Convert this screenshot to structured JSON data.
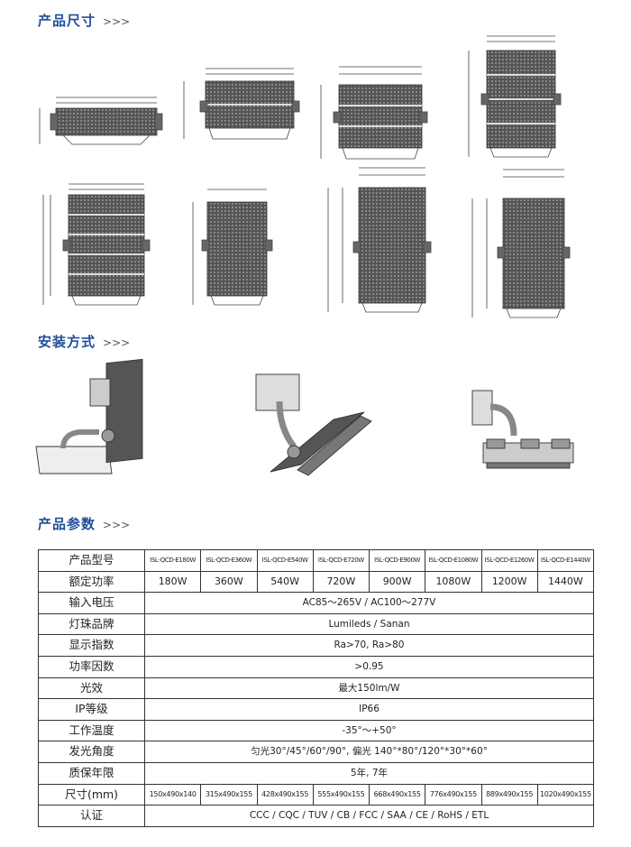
{
  "sections": {
    "size_title": "产品尺寸",
    "install_title": "安装方式",
    "params_title": "产品参数",
    "chevron": ">>>"
  },
  "params": {
    "model_label": "产品型号",
    "models": [
      "ISL-QCD-E180W",
      "ISL-QCD-E360W",
      "ISL-QCD-E540W",
      "ISL-QCD-E720W",
      "ISL-QCD-E900W",
      "ISL-QCD-E1080W",
      "ISL-QCD-E1260W",
      "ISL-QCD-E1440W"
    ],
    "power_label": "额定功率",
    "powers": [
      "180W",
      "360W",
      "540W",
      "720W",
      "900W",
      "1080W",
      "1200W",
      "1440W"
    ],
    "voltage_label": "输入电压",
    "voltage": "AC85～265V / AC100～277V",
    "led_label": "灯珠品牌",
    "led": "Lumileds / Sanan",
    "cri_label": "显示指数",
    "cri": "Ra>70, Ra>80",
    "pf_label": "功率因数",
    "pf": ">0.95",
    "efficacy_label": "光效",
    "efficacy": "最大150lm/W",
    "ip_label": "IP等级",
    "ip": "IP66",
    "temp_label": "工作温度",
    "temp": "-35°～+50°",
    "beam_label": "发光角度",
    "beam": "匀光30°/45°/60°/90°, 偏光 140°*80°/120°*30°*60°",
    "warranty_label": "质保年限",
    "warranty": "5年, 7年",
    "size_label": "尺寸(mm)",
    "sizes": [
      "150x490x140",
      "315x490x155",
      "428x490x155",
      "555x490x155",
      "668x490x155",
      "776x490x155",
      "889x490x155",
      "1020x490x155"
    ],
    "cert_label": "认证",
    "cert": "CCC / CQC / TUV / CB / FCC / SAA / CE / RoHS / ETL"
  }
}
